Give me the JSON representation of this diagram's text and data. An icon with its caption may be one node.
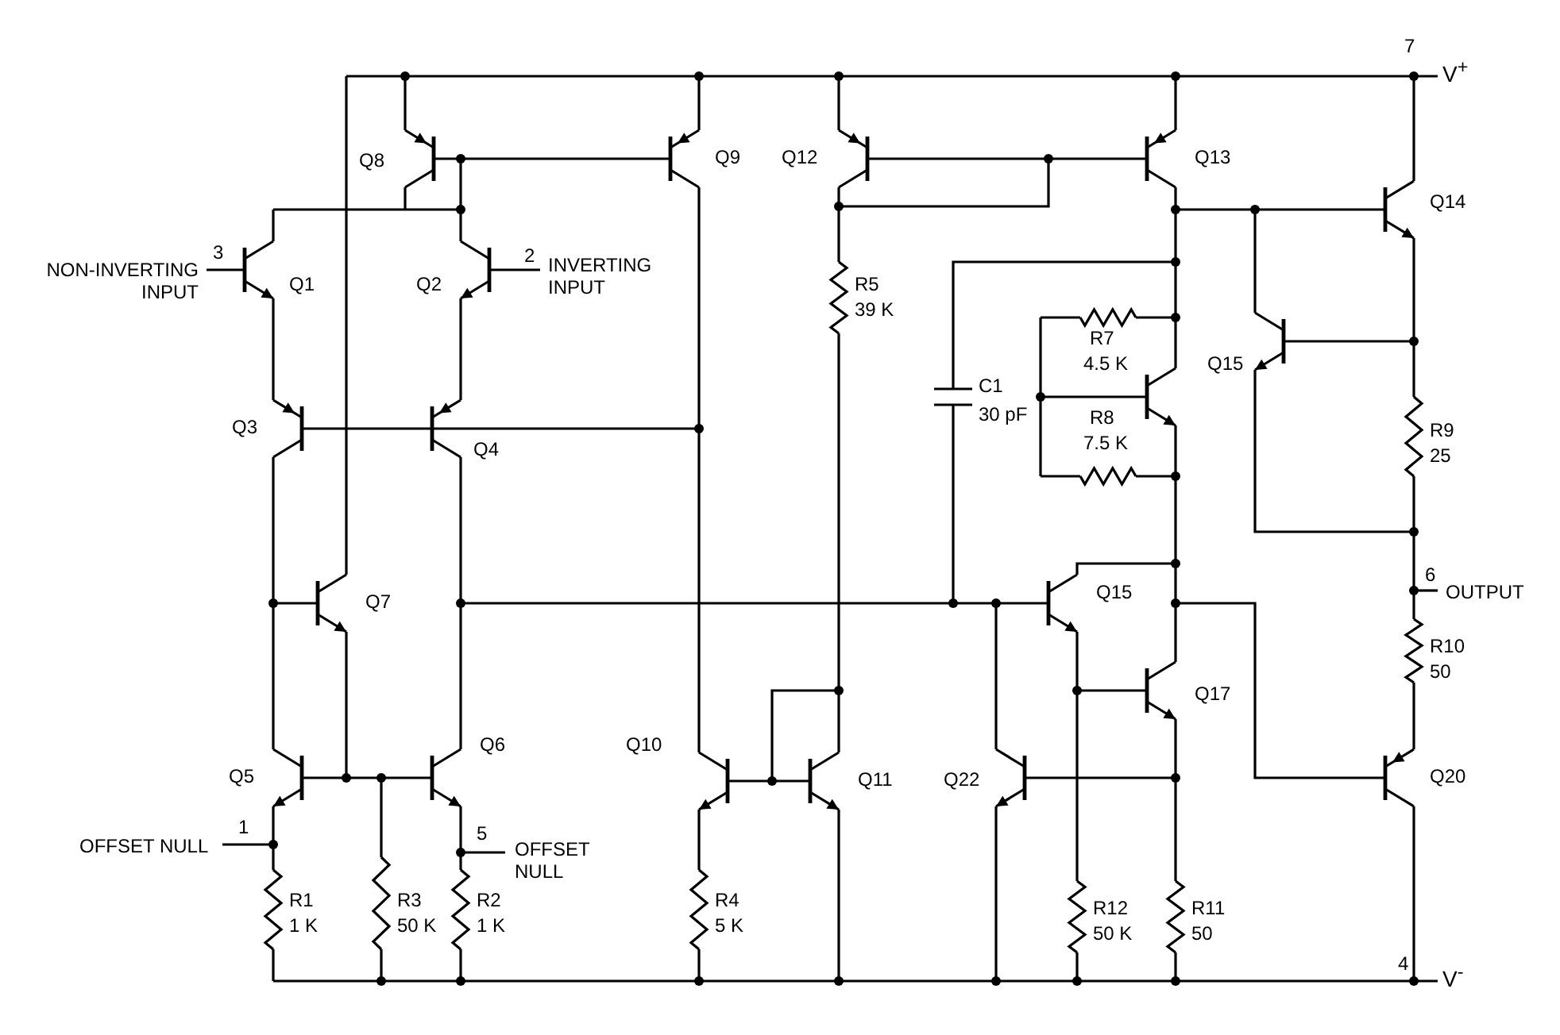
{
  "diagram": {
    "labels": [
      "7",
      "V$^{+}$",
      "Q8",
      "Q9",
      "Q12",
      "Q13",
      "Q14",
      "3",
      "NON-INVERTING INPUT",
      "Q1",
      "2",
      "INVERTING INPUT",
      "Q2",
      "R5",
      "39 K",
      "R7",
      "4.5 K",
      "Q15",
      "C1",
      "30 pF",
      "R8",
      "7.5 K",
      "Q3",
      "Q4",
      "R9",
      "25",
      "Q7",
      "Q15",
      "6",
      "OUTPUT",
      "R10",
      "50",
      "Q6",
      "Q10",
      "Q5",
      "Q11",
      "Q22",
      "Q17",
      "Q20",
      "1",
      "OFFSET NULL",
      "5",
      "OFFSET NULL",
      "R1",
      "1 K",
      "R3",
      "50 K",
      "R2",
      "1 K",
      "R4",
      "5 K",
      "R12",
      "50 K",
      "R11",
      "50",
      "4",
      "V$^{-}$"
    ]
  }
}
